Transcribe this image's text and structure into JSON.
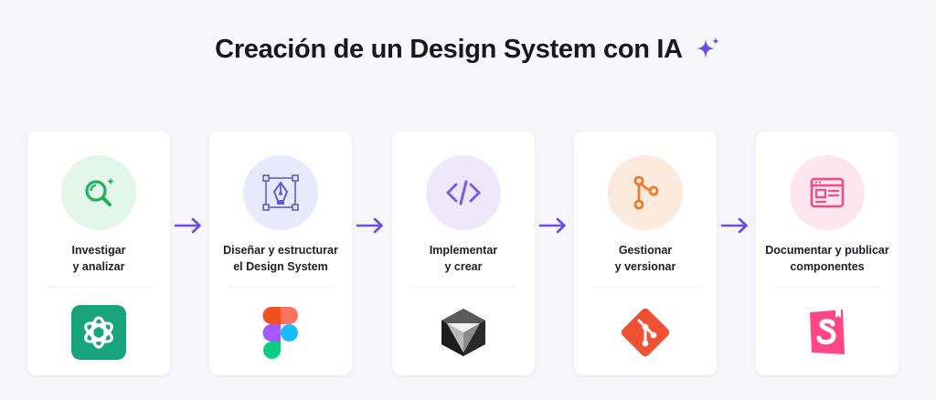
{
  "title": "Creación de un Design System con IA",
  "steps": [
    {
      "line1": "Investigar",
      "line2": "y analizar",
      "icon": "search-sparkle-icon",
      "tool": "chatgpt-logo",
      "circle_color": "#e3f6ea"
    },
    {
      "line1": "Diseñar y estructurar",
      "line2": "el Design System",
      "icon": "pen-tool-icon",
      "tool": "figma-logo",
      "circle_color": "#e8e9fb"
    },
    {
      "line1": "Implementar",
      "line2": "y crear",
      "icon": "code-icon",
      "tool": "cursor-logo",
      "circle_color": "#efe8fb"
    },
    {
      "line1": "Gestionar",
      "line2": "y versionar",
      "icon": "git-branch-icon",
      "tool": "git-logo",
      "circle_color": "#fdeadf"
    },
    {
      "line1": "Documentar y publicar",
      "line2": "componentes",
      "icon": "browser-window-icon",
      "tool": "storybook-logo",
      "circle_color": "#fde6ee"
    }
  ],
  "colors": {
    "accent": "#6b4de6",
    "green": "#1fb25a",
    "purple": "#7a5ce8",
    "orange": "#f07a2b",
    "pink": "#f04b86"
  }
}
